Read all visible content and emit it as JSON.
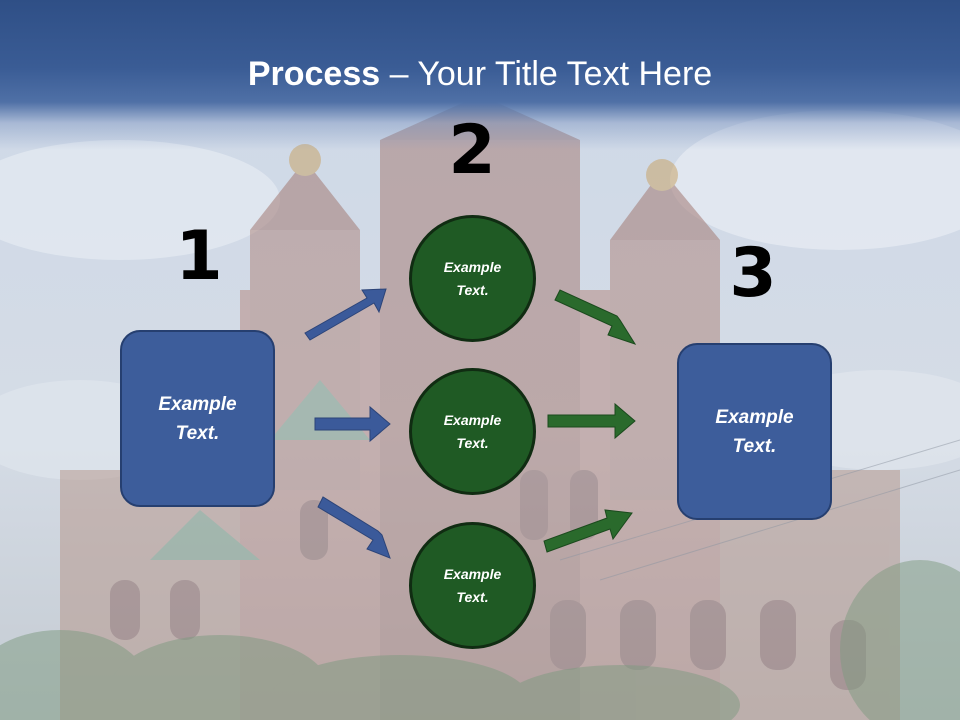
{
  "title": {
    "bold": "Process",
    "rest": " – Your Title Text Here"
  },
  "steps": {
    "one": {
      "number": "1",
      "label": "Example\nText."
    },
    "two": {
      "number": "2"
    },
    "three": {
      "number": "3",
      "label": "Example\nText."
    }
  },
  "circles": [
    {
      "label": "Example\nText."
    },
    {
      "label": "Example\nText."
    },
    {
      "label": "Example\nText."
    }
  ],
  "colors": {
    "title_bar": "#34558e",
    "box_fill": "#3d5d9b",
    "circle_fill": "#1f5a24",
    "blue_arrow": "#3b5a9a",
    "green_arrow": "#2a6a2c"
  }
}
